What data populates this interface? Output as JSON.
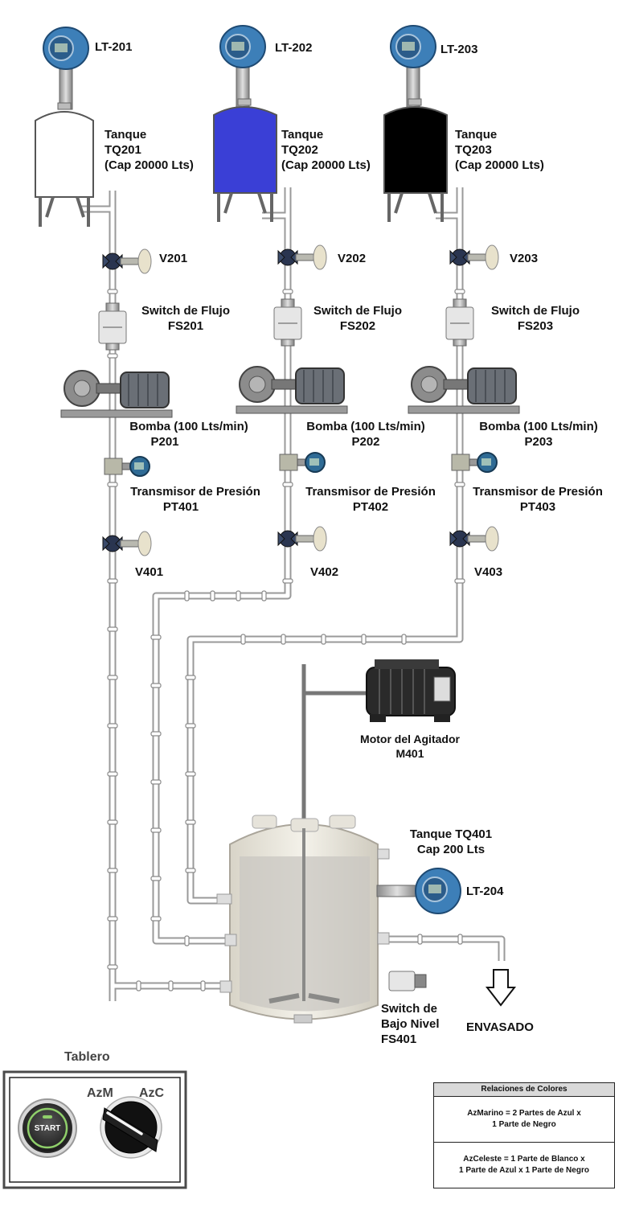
{
  "transmitters": [
    {
      "tag": "LT-201"
    },
    {
      "tag": "LT-202"
    },
    {
      "tag": "LT-203"
    },
    {
      "tag": "LT-204"
    }
  ],
  "tanks": [
    {
      "line1": "Tanque",
      "line2": "TQ201",
      "line3": "(Cap 20000 Lts)",
      "fill_color": "#ffffff"
    },
    {
      "line1": "Tanque",
      "line2": "TQ202",
      "line3": "(Cap 20000 Lts)",
      "fill_color": "#3a3fd6"
    },
    {
      "line1": "Tanque",
      "line2": "TQ203",
      "line3": "(Cap 20000 Lts)",
      "fill_color": "#000000"
    }
  ],
  "valves_top": [
    "V201",
    "V202",
    "V203"
  ],
  "flow_switches": [
    {
      "line1": "Switch de Flujo",
      "line2": "FS201"
    },
    {
      "line1": "Switch de Flujo",
      "line2": "FS202"
    },
    {
      "line1": "Switch de Flujo",
      "line2": "FS203"
    }
  ],
  "pumps": [
    {
      "line1": "Bomba (100 Lts/min)",
      "line2": "P201"
    },
    {
      "line1": "Bomba (100 Lts/min)",
      "line2": "P202"
    },
    {
      "line1": "Bomba (100 Lts/min)",
      "line2": "P203"
    }
  ],
  "pressure_transmitters": [
    {
      "line1": "Transmisor de Presión",
      "line2": "PT401"
    },
    {
      "line1": "Transmisor de Presión",
      "line2": "PT402"
    },
    {
      "line1": "Transmisor de Presión",
      "line2": "PT403"
    }
  ],
  "valves_bottom": [
    "V401",
    "V402",
    "V403"
  ],
  "agitator": {
    "line1": "Motor del Agitador",
    "line2": "M401"
  },
  "mix_tank": {
    "line1": "Tanque TQ401",
    "line2": "Cap 200 Lts"
  },
  "low_level_switch": {
    "line1": "Switch de",
    "line2": "Bajo Nivel",
    "line3": "FS401"
  },
  "output": {
    "label": "ENVASADO"
  },
  "panel": {
    "title": "Tablero",
    "start_label": "START",
    "selector_left": "AzM",
    "selector_right": "AzC"
  },
  "color_legend": {
    "title": "Relaciones de Colores",
    "rows": [
      {
        "line1": "AzMarino = 2 Partes de Azul x",
        "line2": "1 Parte de Negro"
      },
      {
        "line1": "AzCeleste = 1 Parte de Blanco x",
        "line2": "1 Parte de Azul x 1 Parte de Negro"
      }
    ]
  }
}
